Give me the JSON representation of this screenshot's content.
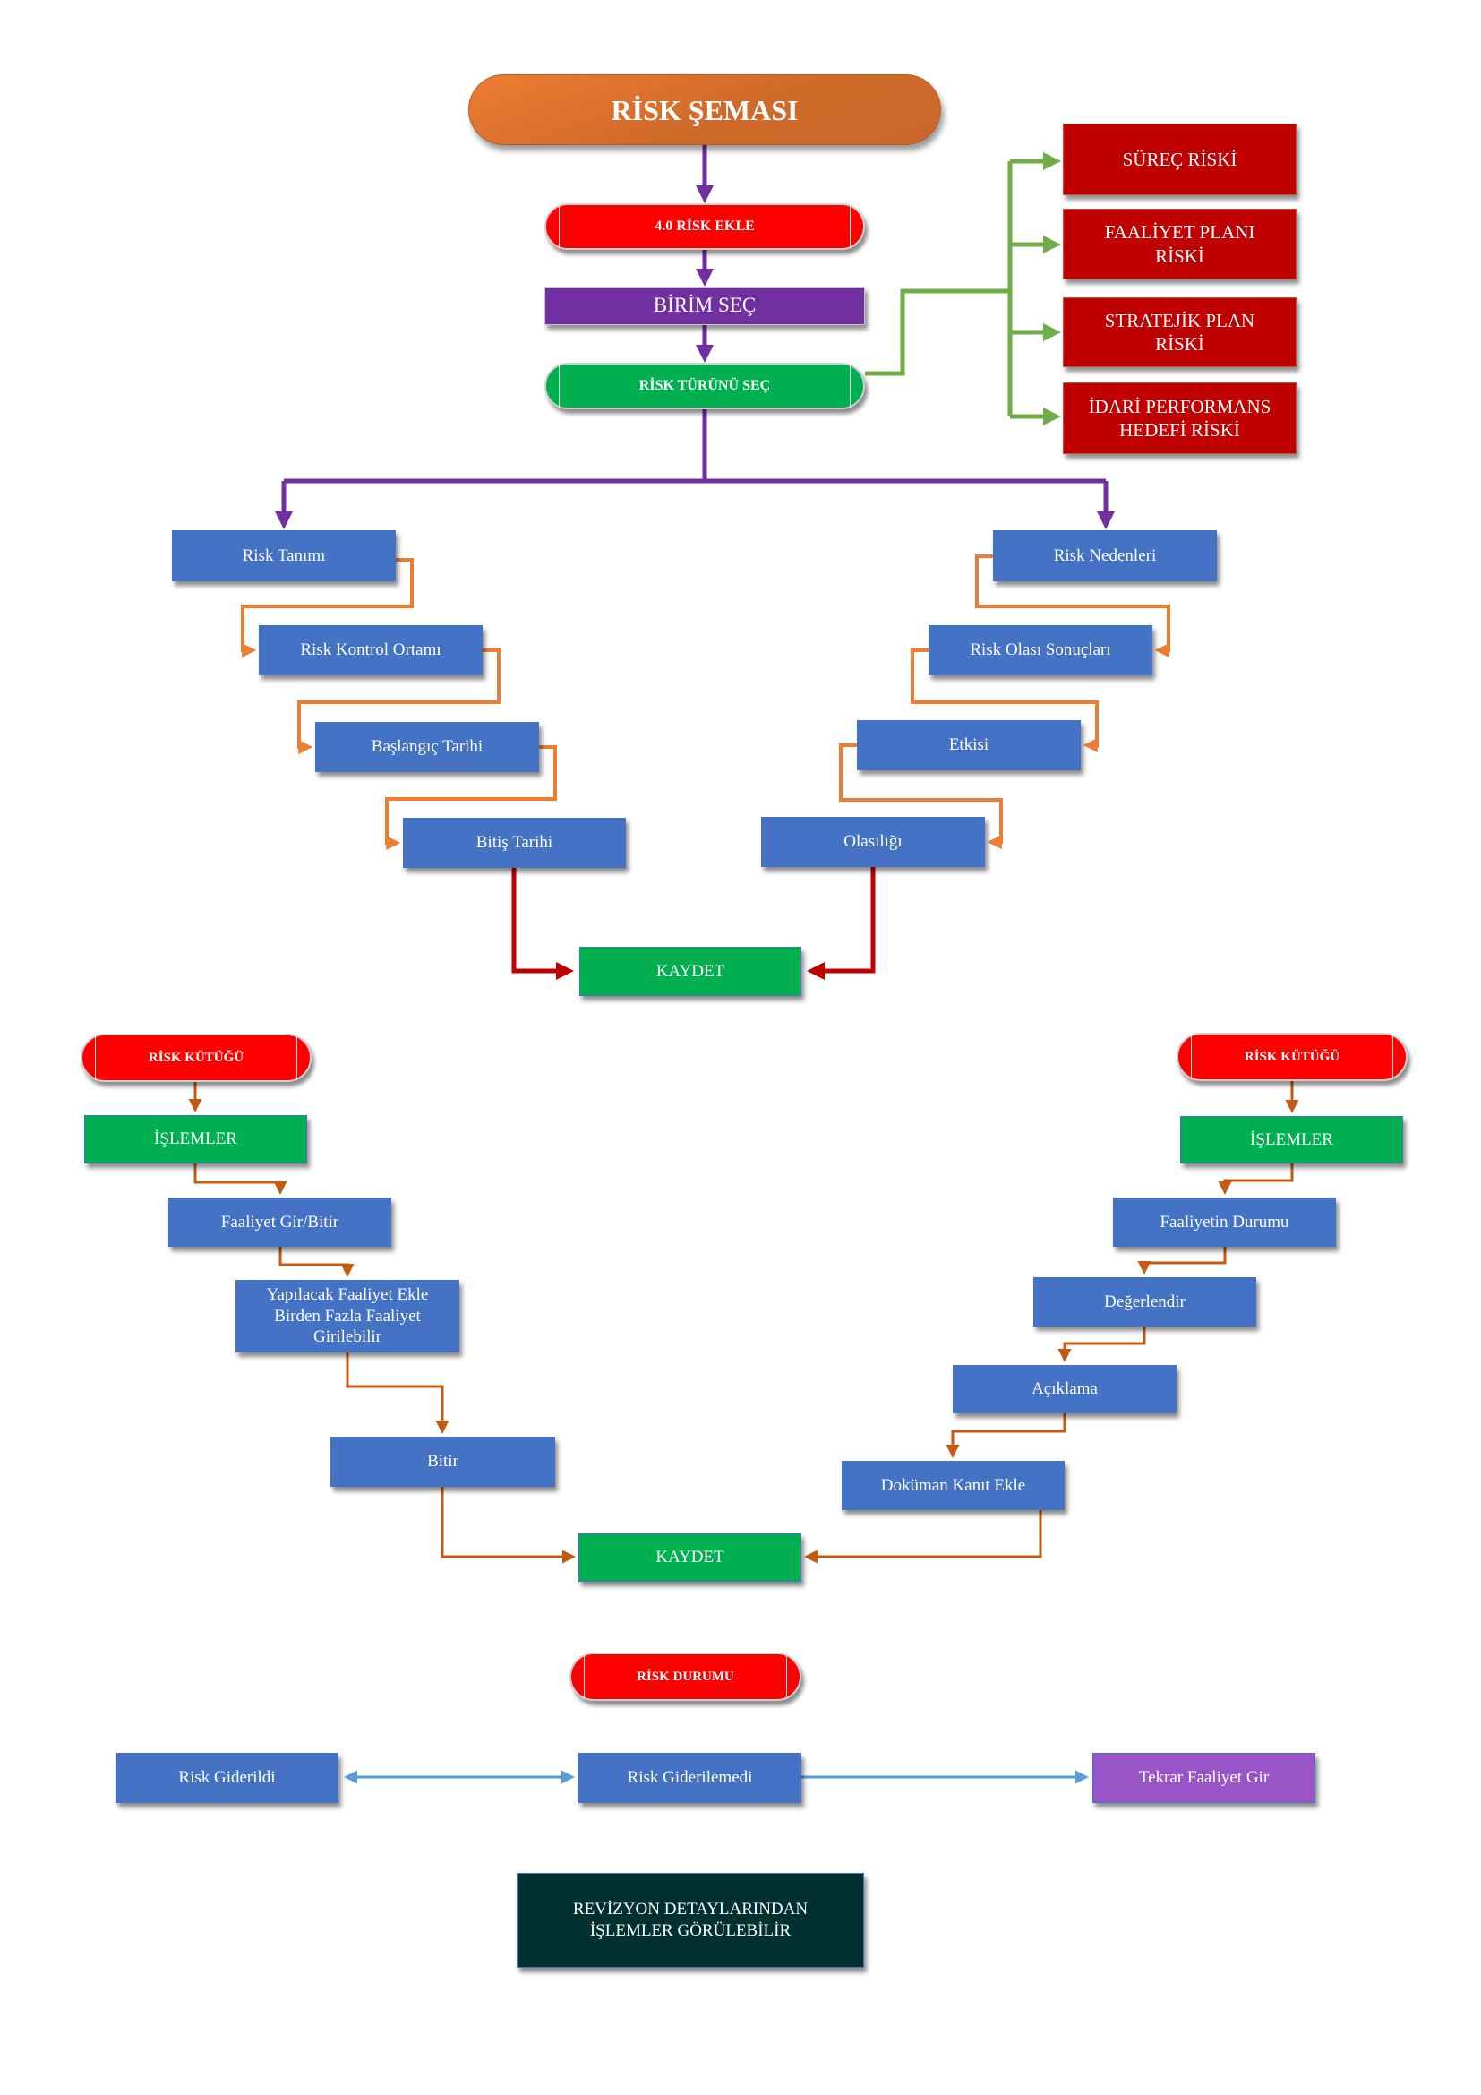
{
  "title": "RİSK ŞEMASI",
  "main_flow": {
    "add_risk": "4.0 RİSK EKLE",
    "select_unit": "BİRİM SEÇ",
    "select_risk_type": "RİSK TÜRÜNÜ SEÇ"
  },
  "risk_types": [
    {
      "label_line1": "SÜREÇ RİSKİ",
      "label_line2": ""
    },
    {
      "label_line1": "FAALİYET PLANI",
      "label_line2": "RİSKİ"
    },
    {
      "label_line1": "STRATEJİK PLAN",
      "label_line2": "RİSKİ"
    },
    {
      "label_line1": "İDARİ PERFORMANS",
      "label_line2": "HEDEFİ RİSKİ"
    }
  ],
  "left_branch": [
    "Risk Tanımı",
    "Risk Kontrol Ortamı",
    "Başlangıç Tarihi",
    "Bitiş Tarihi"
  ],
  "right_branch": [
    "Risk Nedenleri",
    "Risk Olası Sonuçları",
    "Etkisi",
    "Olasılığı"
  ],
  "save_1": "KAYDET",
  "register_left": {
    "header": "RİSK KÜTÜĞÜ",
    "operations": "İŞLEMLER",
    "steps": [
      {
        "line1": "Faaliyet Gir/Bitir"
      },
      {
        "line1": "Yapılacak Faaliyet Ekle",
        "line2": "Birden Fazla Faaliyet",
        "line3": "Girilebilir"
      },
      {
        "line1": "Bitir"
      }
    ]
  },
  "register_right": {
    "header": "RİSK KÜTÜĞÜ",
    "operations": "İŞLEMLER",
    "steps": [
      "Faaliyetin Durumu",
      "Değerlendir",
      "Açıklama",
      "Doküman  Kanıt Ekle"
    ]
  },
  "save_2": "KAYDET",
  "risk_status": {
    "header": "RİSK DURUMU",
    "resolved": "Risk Giderildi",
    "not_resolved": "Risk Giderilemedi",
    "retry": "Tekrar Faaliyet Gir"
  },
  "note": {
    "line1": "REVİZYON DETAYLARINDAN",
    "line2": "İŞLEMLER GÖRÜLEBİLİR"
  },
  "colors": {
    "title": "#ED7D31",
    "pill_red": "#FF0000",
    "pill_green": "#00B050",
    "purple": "#7030A0",
    "risk_type_red": "#C00000",
    "step_blue": "#4472C4",
    "save_green": "#00B050",
    "connector_green": "#70AD47",
    "connector_orange": "#ED7D31",
    "connector_darkorange": "#C55A11",
    "connector_red": "#C00000",
    "connector_blue": "#5B9BD5",
    "retry_violet": "#9955C8",
    "note_dark": "#003030"
  }
}
